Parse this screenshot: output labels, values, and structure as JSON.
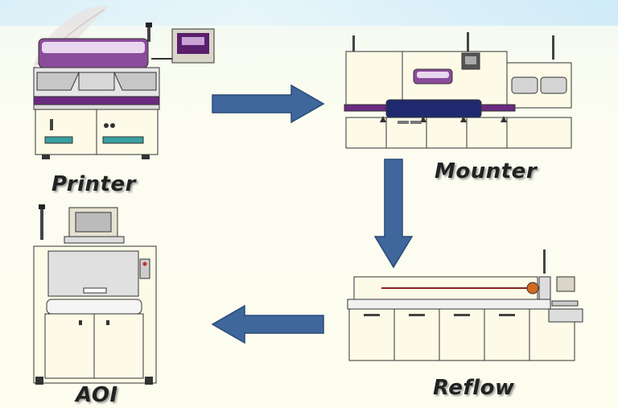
{
  "stages": [
    {
      "id": "printer",
      "label": "Printer"
    },
    {
      "id": "mounter",
      "label": "Mounter"
    },
    {
      "id": "reflow",
      "label": "Reflow"
    },
    {
      "id": "aoi",
      "label": "AOI"
    }
  ],
  "colors": {
    "arrow_fill": "#3f679c",
    "arrow_stroke": "#2a4a78",
    "machine_body": "#fdfbe8",
    "machine_line": "#333333",
    "accent_purple": "#6a2a80",
    "accent_navy": "#1f2a6e"
  },
  "flow": [
    "printer",
    "mounter",
    "reflow",
    "aoi"
  ]
}
